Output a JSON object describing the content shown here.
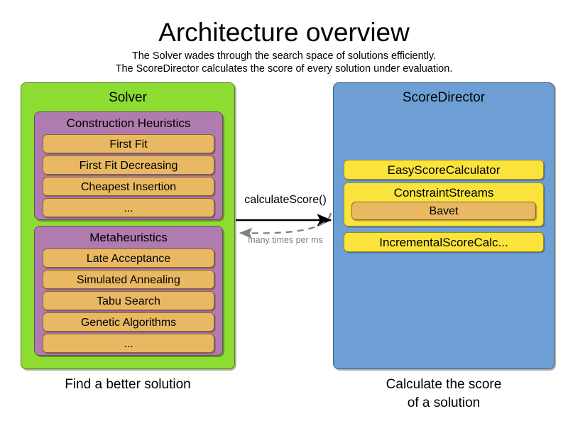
{
  "header": {
    "title": "Architecture overview",
    "subtitle_line1": "The Solver wades through the search space of solutions efficiently.",
    "subtitle_line2": "The ScoreDirector calculates the score of every solution under evaluation."
  },
  "solver": {
    "title": "Solver",
    "caption_line1": "Find a better solution",
    "groups": [
      {
        "title": "Construction Heuristics",
        "items": [
          "First Fit",
          "First Fit Decreasing",
          "Cheapest Insertion",
          "..."
        ]
      },
      {
        "title": "Metaheuristics",
        "items": [
          "Late Acceptance",
          "Simulated Annealing",
          "Tabu Search",
          "Genetic Algorithms",
          "..."
        ]
      }
    ]
  },
  "score_director": {
    "title": "ScoreDirector",
    "caption_line1": "Calculate the score",
    "caption_line2": "of a solution",
    "calculators": [
      {
        "label": "EasyScoreCalculator"
      },
      {
        "label": "ConstraintStreams",
        "child": "Bavet"
      },
      {
        "label": "IncrementalScoreCalc..."
      }
    ]
  },
  "arrows": {
    "forward_label": "calculateScore()",
    "backward_label": "many times per ms"
  },
  "colors": {
    "solver_panel": "#8CDC32",
    "score_director_panel": "#6E9FD4",
    "group": "#B07BAF",
    "item": "#E8B862",
    "calculator": "#F9E33C",
    "arrow_forward": "#000000",
    "arrow_backward": "#808080",
    "background": "#FFFFFF"
  }
}
